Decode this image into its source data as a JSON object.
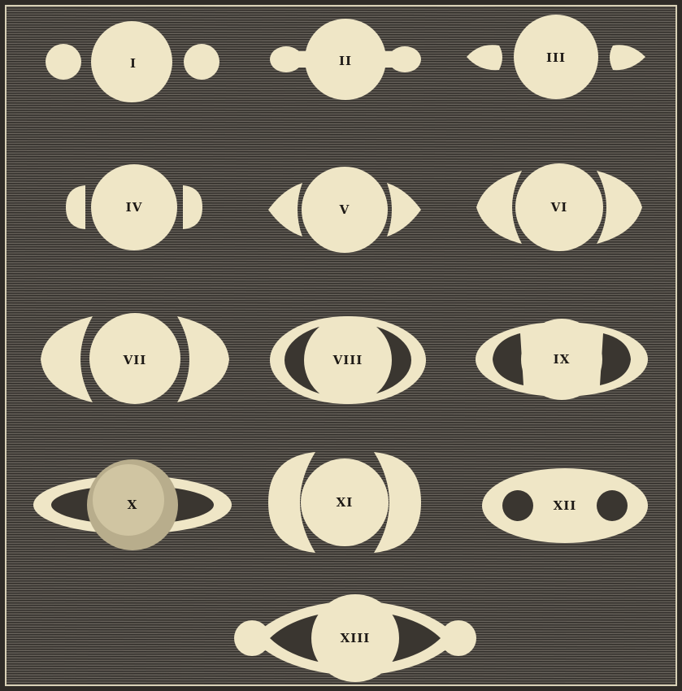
{
  "plate": {
    "figures": [
      {
        "numeral": "I"
      },
      {
        "numeral": "II"
      },
      {
        "numeral": "III"
      },
      {
        "numeral": "IV"
      },
      {
        "numeral": "V"
      },
      {
        "numeral": "VI"
      },
      {
        "numeral": "VII"
      },
      {
        "numeral": "VIII"
      },
      {
        "numeral": "IX"
      },
      {
        "numeral": "X"
      },
      {
        "numeral": "XI"
      },
      {
        "numeral": "XII"
      },
      {
        "numeral": "XIII"
      }
    ]
  },
  "colors": {
    "background": "#55504a",
    "planet": "#efe6c6",
    "planet_shaded": "#b8ad8c",
    "ink": "#1e1a16"
  }
}
